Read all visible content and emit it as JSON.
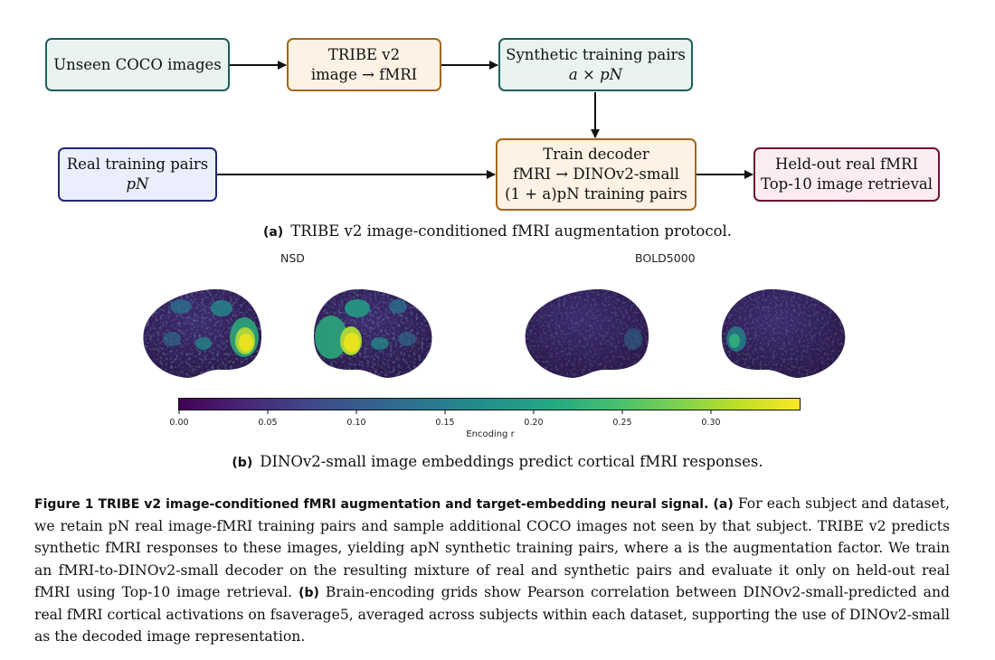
{
  "diagram": {
    "nodes": {
      "unseen": {
        "line1": "Unseen COCO images"
      },
      "tribe": {
        "line1": "TRIBE v2",
        "line2": "image → fMRI"
      },
      "synthetic": {
        "line1": "Synthetic training pairs",
        "line2": "a × pN"
      },
      "real": {
        "line1": "Real training pairs",
        "line2": "pN"
      },
      "decoder": {
        "line1": "Train decoder",
        "line2": "fMRI → DINOv2-small",
        "line3": "(1 + a)pN training pairs"
      },
      "heldout": {
        "line1": "Held-out real fMRI",
        "line2": "Top-10 image retrieval"
      }
    },
    "colors": {
      "teal": "#1f5f5a",
      "orange": "#a3661c",
      "blue": "#1f2878",
      "maroon": "#6e1330"
    }
  },
  "subcaption_a": {
    "label": "(a)",
    "text": "TRIBE v2 image-conditioned fMRI augmentation protocol."
  },
  "brain_panels": {
    "left_title": "NSD",
    "right_title": "BOLD5000"
  },
  "colorbar": {
    "colormap": "viridis",
    "ticks": [
      "0.00",
      "0.05",
      "0.10",
      "0.15",
      "0.20",
      "0.25",
      "0.30"
    ],
    "tick_values": [
      0.0,
      0.05,
      0.1,
      0.15,
      0.2,
      0.25,
      0.3
    ],
    "range": [
      0.0,
      0.35
    ],
    "label": "Encoding r"
  },
  "subcaption_b": {
    "label": "(b)",
    "text": "DINOv2-small image embeddings predict cortical fMRI responses."
  },
  "caption": {
    "title": "Figure 1  TRIBE v2 image-conditioned fMRI augmentation and target-embedding neural signal.",
    "a_label": "(a)",
    "a_text": "For each subject and dataset, we retain pN real image-fMRI training pairs and sample additional COCO images not seen by that subject. TRIBE v2 predicts synthetic fMRI responses to these images, yielding apN synthetic training pairs, where a is the augmentation factor. We train an fMRI-to-DINOv2-small decoder on the resulting mixture of real and synthetic pairs and evaluate it only on held-out real fMRI using Top-10 image retrieval.",
    "b_label": "(b)",
    "b_text": "Brain-encoding grids show Pearson correlation between DINOv2-small-predicted and real fMRI cortical activations on fsaverage5, averaged across subjects within each dataset, supporting the use of DINOv2-small as the decoded image representation."
  }
}
